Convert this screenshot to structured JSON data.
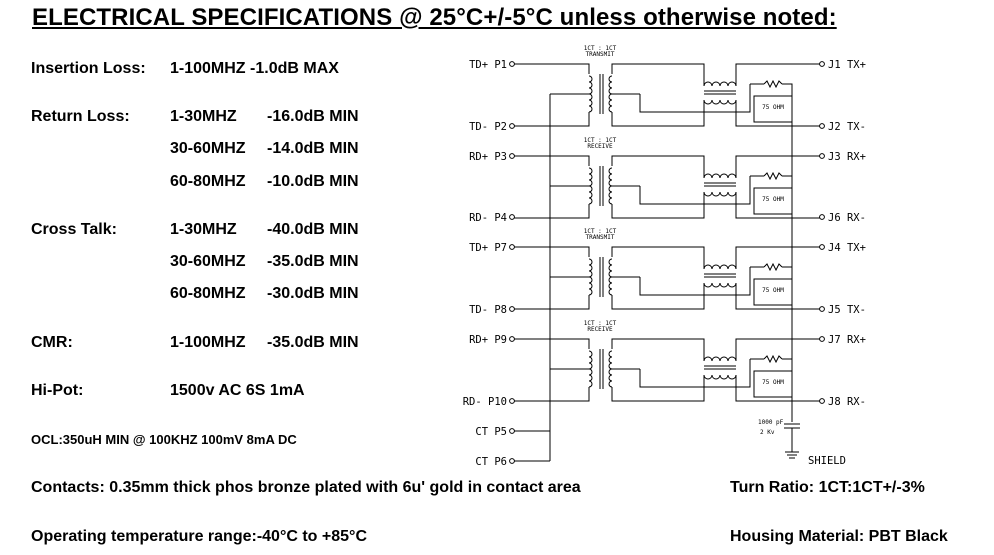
{
  "title": "ELECTRICAL SPECIFICATIONS @ 25°C+/-5°C unless otherwise noted:",
  "specs": {
    "insertion": {
      "label": "Insertion Loss:",
      "rows": [
        "1-100MHZ  -1.0dB MAX"
      ]
    },
    "return": {
      "label": "Return Loss:",
      "rows": [
        {
          "freq": "1-30MHZ",
          "val": "-16.0dB MIN"
        },
        {
          "freq": "30-60MHZ",
          "val": "-14.0dB MIN"
        },
        {
          "freq": "60-80MHZ",
          "val": "-10.0dB MIN"
        }
      ]
    },
    "crosstalk": {
      "label": "Cross Talk:",
      "rows": [
        {
          "freq": "1-30MHZ",
          "val": "-40.0dB MIN"
        },
        {
          "freq": "30-60MHZ",
          "val": "-35.0dB MIN"
        },
        {
          "freq": "60-80MHZ",
          "val": "-30.0dB MIN"
        }
      ]
    },
    "cmr": {
      "label": "CMR:",
      "freq": "1-100MHZ",
      "val": "-35.0dB MIN"
    },
    "hipot": {
      "label": "Hi-Pot:",
      "val": "1500v AC 6S 1mA"
    },
    "ocl": "OCL:350uH MIN @ 100KHZ 100mV 8mA DC",
    "contacts": "Contacts: 0.35mm thick phos bronze plated with 6u' gold in contact area",
    "turn_ratio": "Turn Ratio: 1CT:1CT+/-3%",
    "operating_temp": "Operating temperature range:-40°C to +85°C",
    "housing": "Housing Material: PBT Black"
  },
  "schematic": {
    "left_pins": [
      "TD+ P1",
      "TD- P2",
      "RD+ P3",
      "RD- P4",
      "TD+ P7",
      "TD- P8",
      "RD+ P9",
      "RD- P10",
      "CT P5",
      "CT P6"
    ],
    "right_pins": [
      "J1 TX+",
      "J2 TX-",
      "J3 RX+",
      "J6 RX-",
      "J4 TX+",
      "J5 TX-",
      "J7 RX+",
      "J8 RX-"
    ],
    "blocks": [
      {
        "ratio": "1CT : 1CT",
        "mode": "TRANSMIT",
        "res": "75 OHM"
      },
      {
        "ratio": "1CT : 1CT",
        "mode": "RECEIVE",
        "res": "75 OHM"
      },
      {
        "ratio": "1CT : 1CT",
        "mode": "TRANSMIT",
        "res": "75 OHM"
      },
      {
        "ratio": "1CT : 1CT",
        "mode": "RECEIVE",
        "res": "75 OHM"
      }
    ],
    "cap_value": "1000 pF",
    "cap_voltage": "2 Kv",
    "shield": "SHIELD"
  }
}
